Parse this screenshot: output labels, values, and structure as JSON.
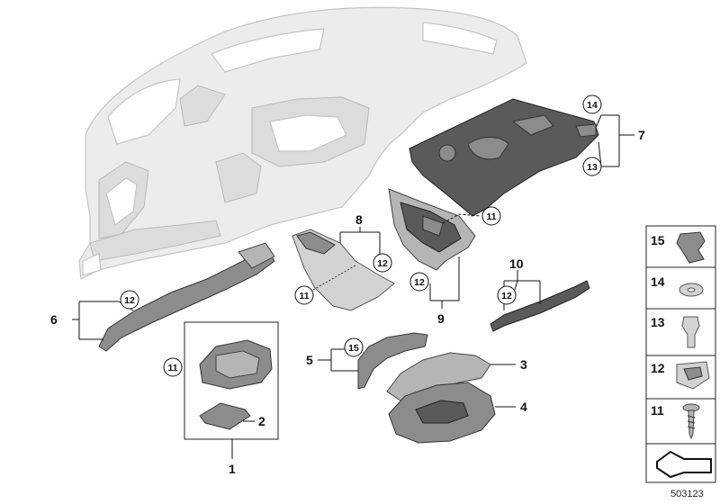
{
  "diagram_code": "503123",
  "callouts": {
    "n1": "1",
    "n2": "2",
    "n3": "3",
    "n4": "4",
    "n5": "5",
    "n6": "6",
    "n7": "7",
    "n8": "8",
    "n9": "9",
    "n10": "10"
  },
  "circled": {
    "c14_top": "14",
    "c13_top": "13",
    "c11_right": "11",
    "c12_p8": "12",
    "c11_p8": "11",
    "c12_p9": "12",
    "c12_p10": "12",
    "c12_p6": "12",
    "c11_p1": "11",
    "c15_p5": "15"
  },
  "legend": [
    "15",
    "14",
    "13",
    "12",
    "11"
  ],
  "colors": {
    "line": "#111111",
    "part_dark": "#5a5a5a",
    "dashboard": "#ececec"
  }
}
